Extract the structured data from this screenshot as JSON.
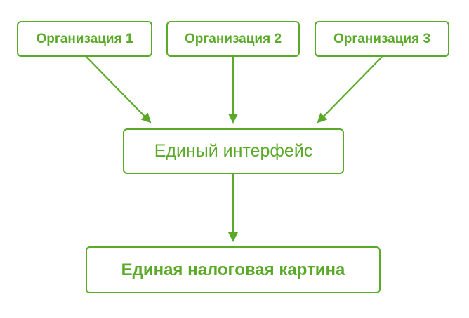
{
  "colors": {
    "accent": "#5aa928",
    "background": "#ffffff"
  },
  "nodes": {
    "sources": [
      {
        "label": "Организация 1"
      },
      {
        "label": "Организация 2"
      },
      {
        "label": "Организация 3"
      }
    ],
    "interface": {
      "label": "Единый интерфейс"
    },
    "result": {
      "label": "Единая налоговая картина"
    }
  }
}
